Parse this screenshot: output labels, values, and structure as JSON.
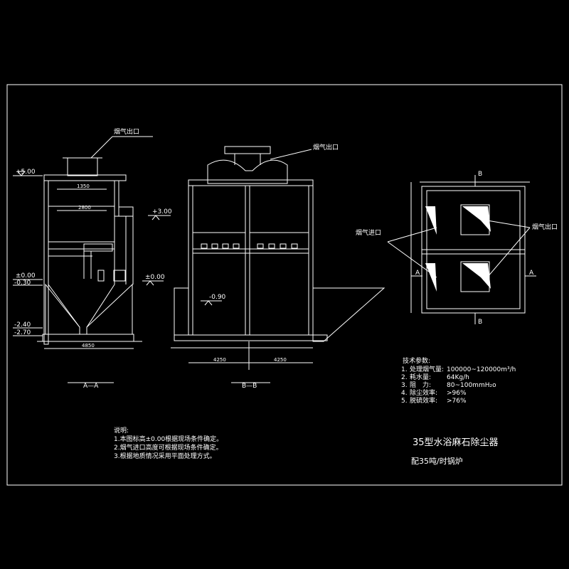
{
  "section_aa": {
    "label": "A—A",
    "outlet_label": "烟气出口",
    "elevations": [
      "+5.00",
      "±0.00",
      "-0.30",
      "-2.40",
      "-2.70"
    ],
    "inlet_elevation": "+3.00"
  },
  "section_bb": {
    "label": "B—B",
    "outlet_label": "烟气出口",
    "elevations": [
      "±0.00",
      "-0.90"
    ]
  },
  "plan_view": {
    "section_marks": [
      "B",
      "B",
      "A",
      "A"
    ],
    "inlet_label": "烟气进口",
    "outlet_label": "烟气出口"
  },
  "tech_params": {
    "heading": "技术参数:",
    "rows": [
      {
        "num": "1.",
        "name": "处理烟气量:",
        "value": "100000~120000m³/h"
      },
      {
        "num": "2.",
        "name": "耗水量:",
        "value": "64Kg/h"
      },
      {
        "num": "3.",
        "name": "阻　力:",
        "value": "80~100mmH₂o"
      },
      {
        "num": "4.",
        "name": "除尘效率:",
        "value": ">96%"
      },
      {
        "num": "5.",
        "name": "脱硫效率:",
        "value": ">76%"
      }
    ]
  },
  "notes": {
    "heading": "说明:",
    "items": [
      "1.本图标高±0.00根据现场条件确定。",
      "2.烟气进口高度可根据现场条件确定。",
      "3.根据地质情况采用平面处理方式。"
    ]
  },
  "title_block": {
    "title": "35型水浴麻石除尘器",
    "subtitle": "配35吨/时锅炉"
  }
}
